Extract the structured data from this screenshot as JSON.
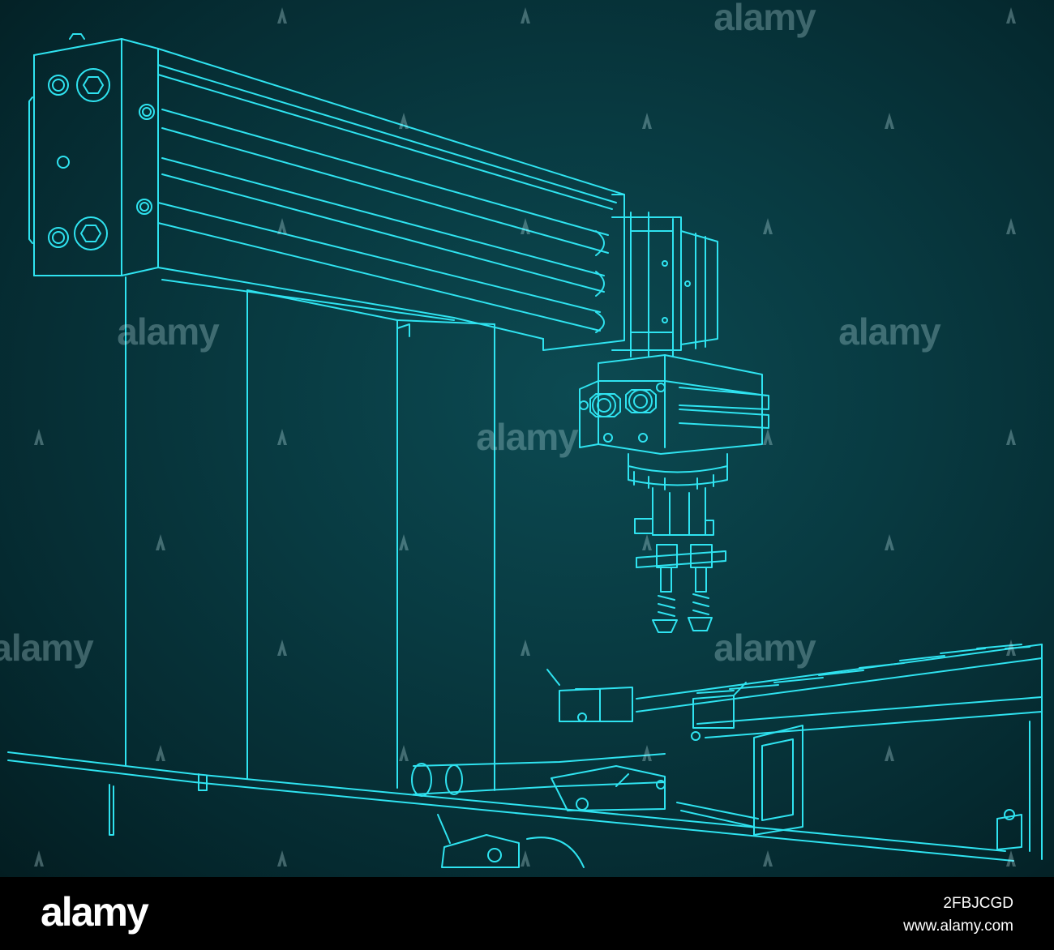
{
  "watermark": {
    "word": "alamy",
    "color": "#d2f5f8"
  },
  "drawing": {
    "line_color": "#2fe3f0",
    "background_color": "#083a41"
  },
  "footer": {
    "logo": "alamy",
    "image_id": "2FBJCGD",
    "url": "www.alamy.com"
  }
}
